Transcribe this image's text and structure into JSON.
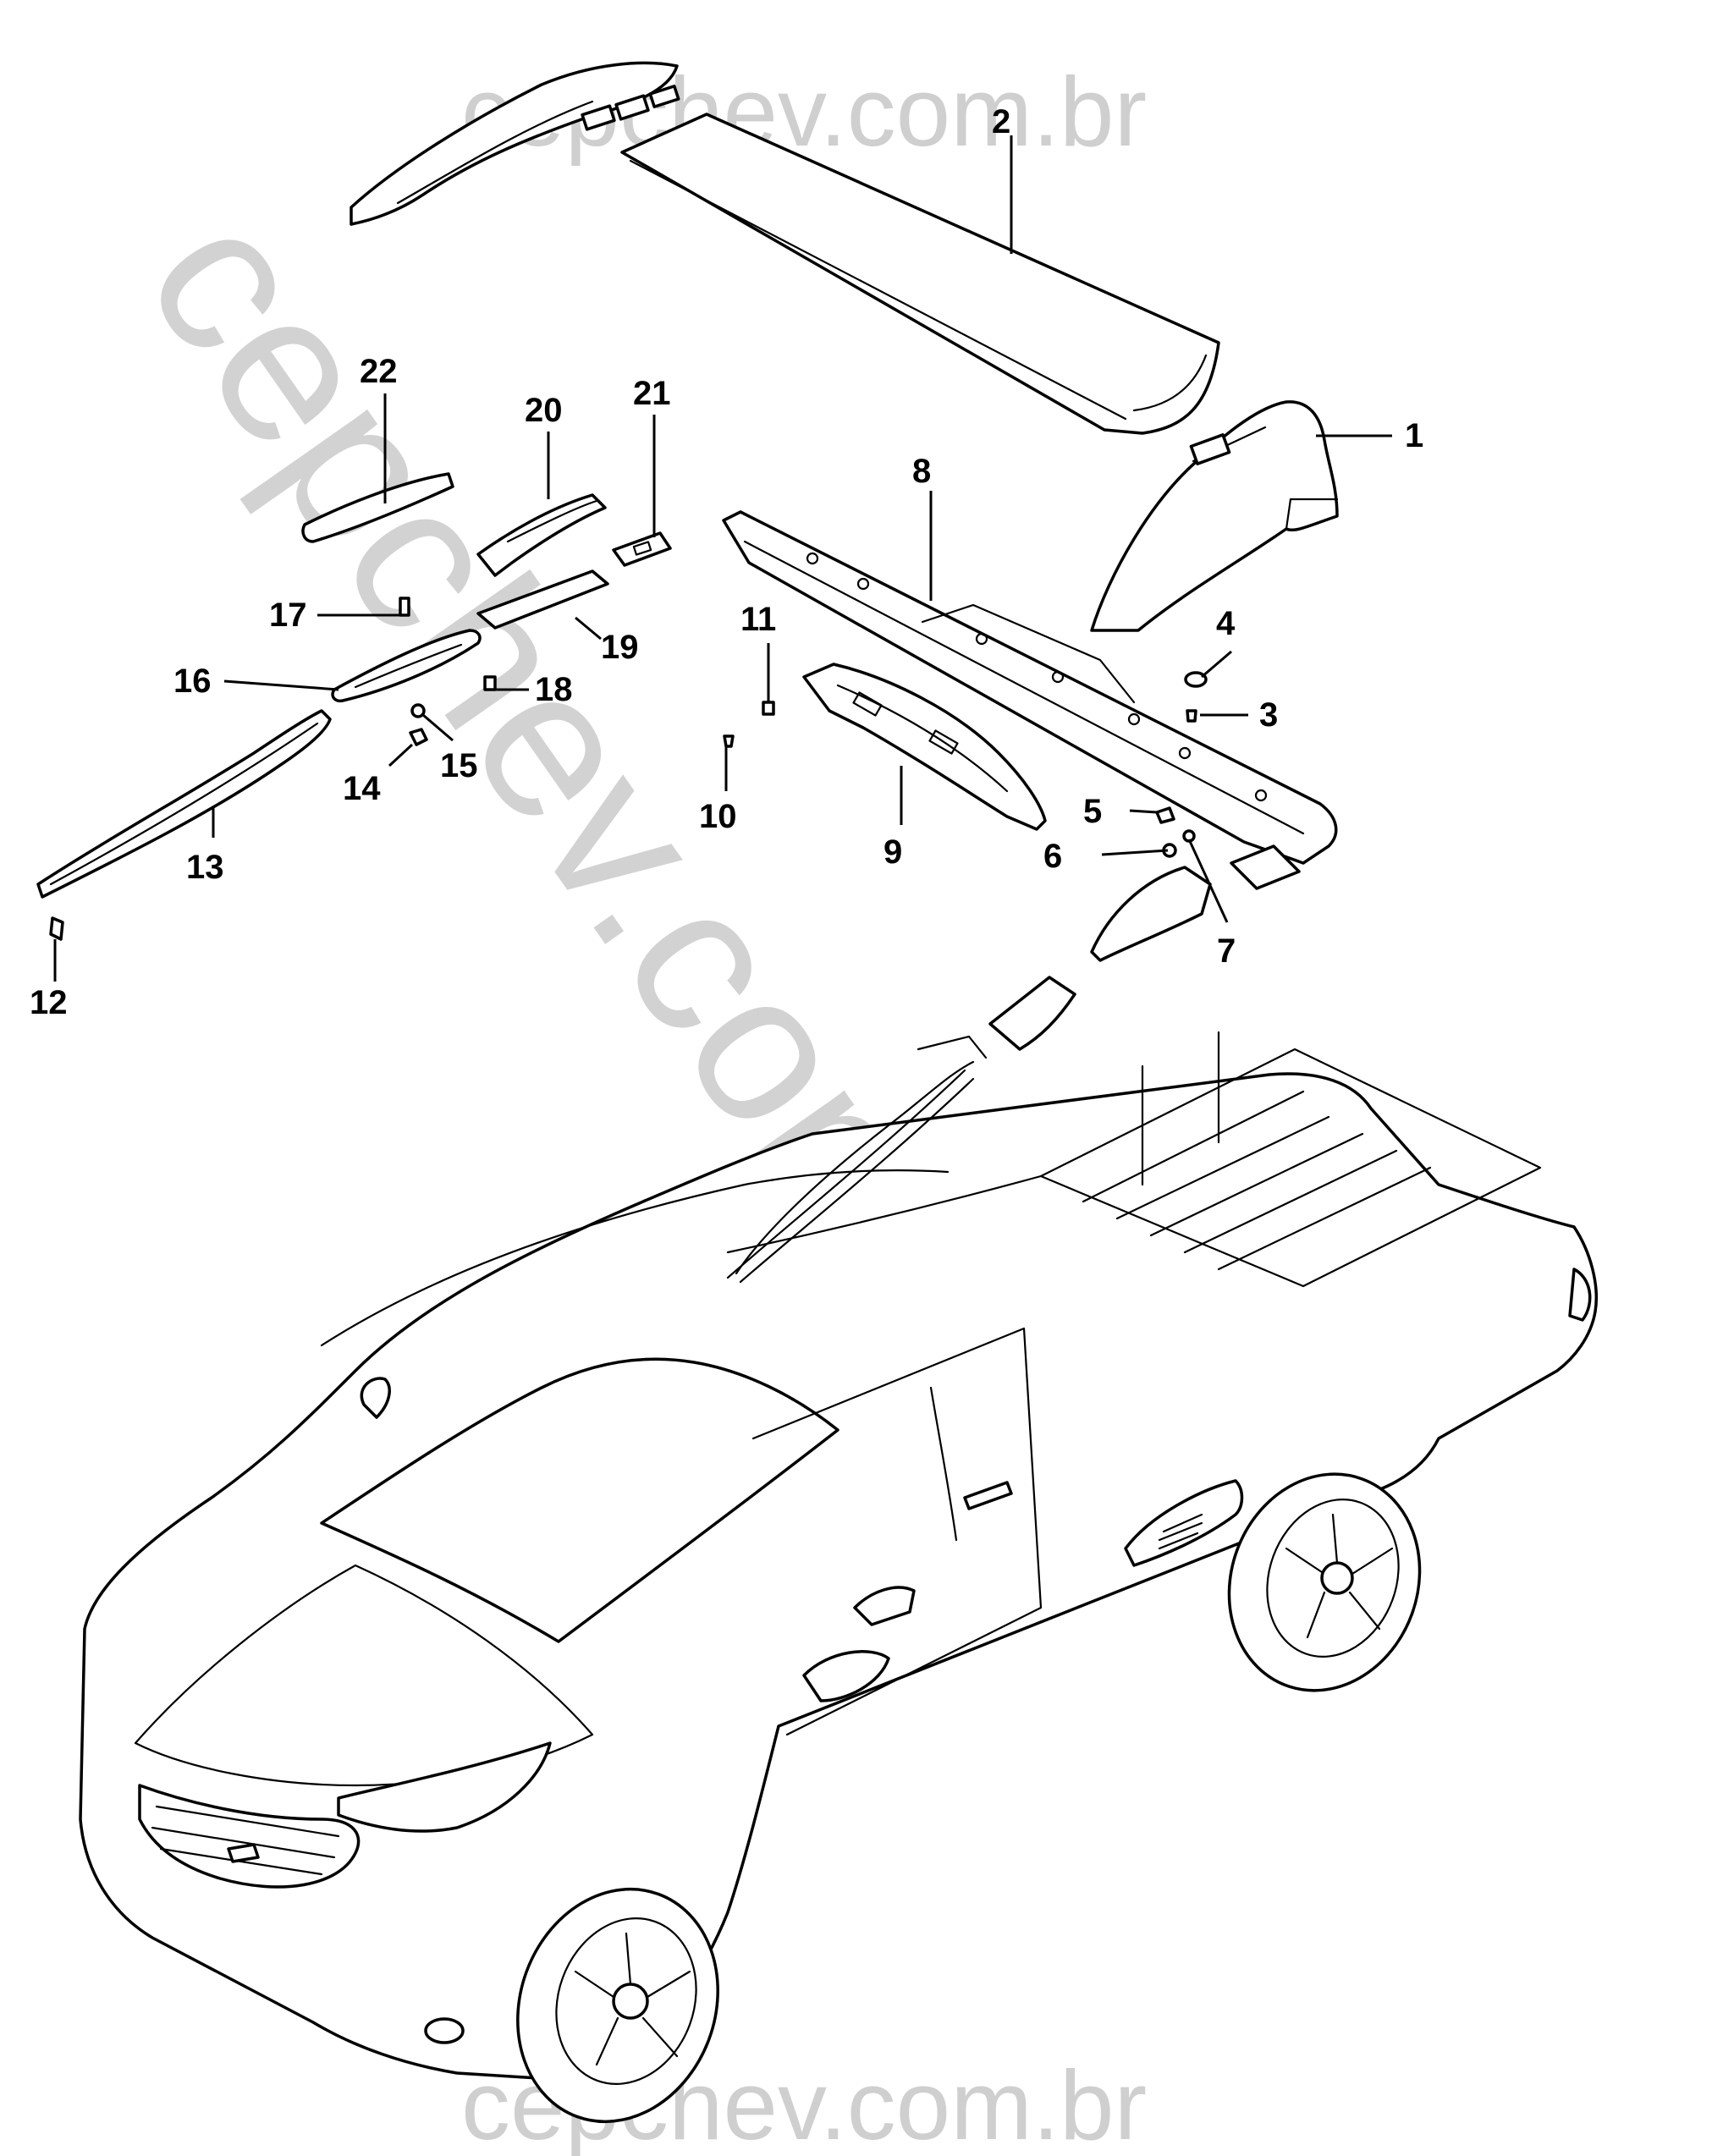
{
  "watermarks": {
    "top": "cepchev.com.br",
    "bottom": "cepchev.com.br",
    "diagonal": "cepchev.com.br"
  },
  "callouts": [
    {
      "id": "1",
      "label": "1"
    },
    {
      "id": "2",
      "label": "2"
    },
    {
      "id": "3",
      "label": "3"
    },
    {
      "id": "4",
      "label": "4"
    },
    {
      "id": "5",
      "label": "5"
    },
    {
      "id": "6",
      "label": "6"
    },
    {
      "id": "7",
      "label": "7"
    },
    {
      "id": "8",
      "label": "8"
    },
    {
      "id": "9",
      "label": "9"
    },
    {
      "id": "10",
      "label": "10"
    },
    {
      "id": "11",
      "label": "11"
    },
    {
      "id": "12",
      "label": "12"
    },
    {
      "id": "13",
      "label": "13"
    },
    {
      "id": "14",
      "label": "14"
    },
    {
      "id": "15",
      "label": "15"
    },
    {
      "id": "16",
      "label": "16"
    },
    {
      "id": "17",
      "label": "17"
    },
    {
      "id": "18",
      "label": "18"
    },
    {
      "id": "19",
      "label": "19"
    },
    {
      "id": "20",
      "label": "20"
    },
    {
      "id": "21",
      "label": "21"
    },
    {
      "id": "22",
      "label": "22"
    }
  ]
}
